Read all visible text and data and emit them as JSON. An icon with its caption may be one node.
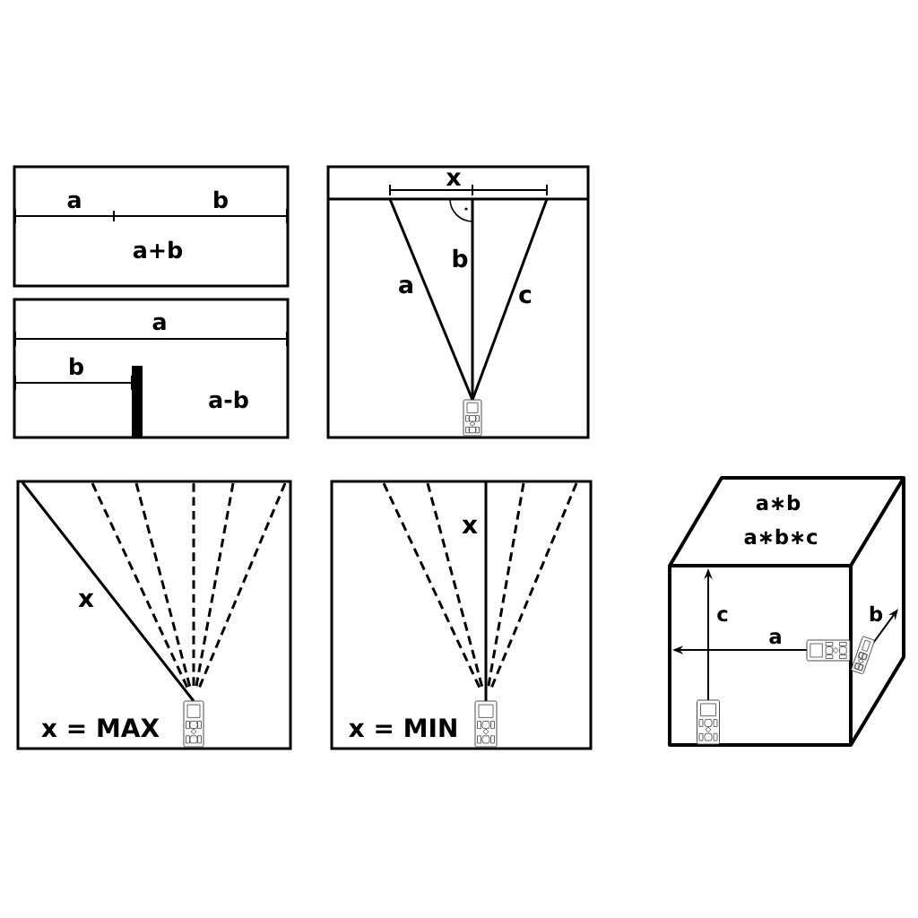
{
  "diagram": {
    "nodes": [
      {
        "text": [
          "a",
          "b",
          "a+b"
        ]
      },
      {
        "text": [
          "a",
          "b",
          "a-b"
        ]
      },
      {
        "text": [
          "x",
          "b",
          "a",
          "c"
        ]
      },
      {
        "text": [
          "x",
          "x = MAX"
        ]
      },
      {
        "text": [
          "x",
          "x = MIN"
        ]
      },
      {
        "text": [
          "a∗b",
          "a∗b∗c",
          "c",
          "a",
          "b"
        ]
      }
    ]
  }
}
